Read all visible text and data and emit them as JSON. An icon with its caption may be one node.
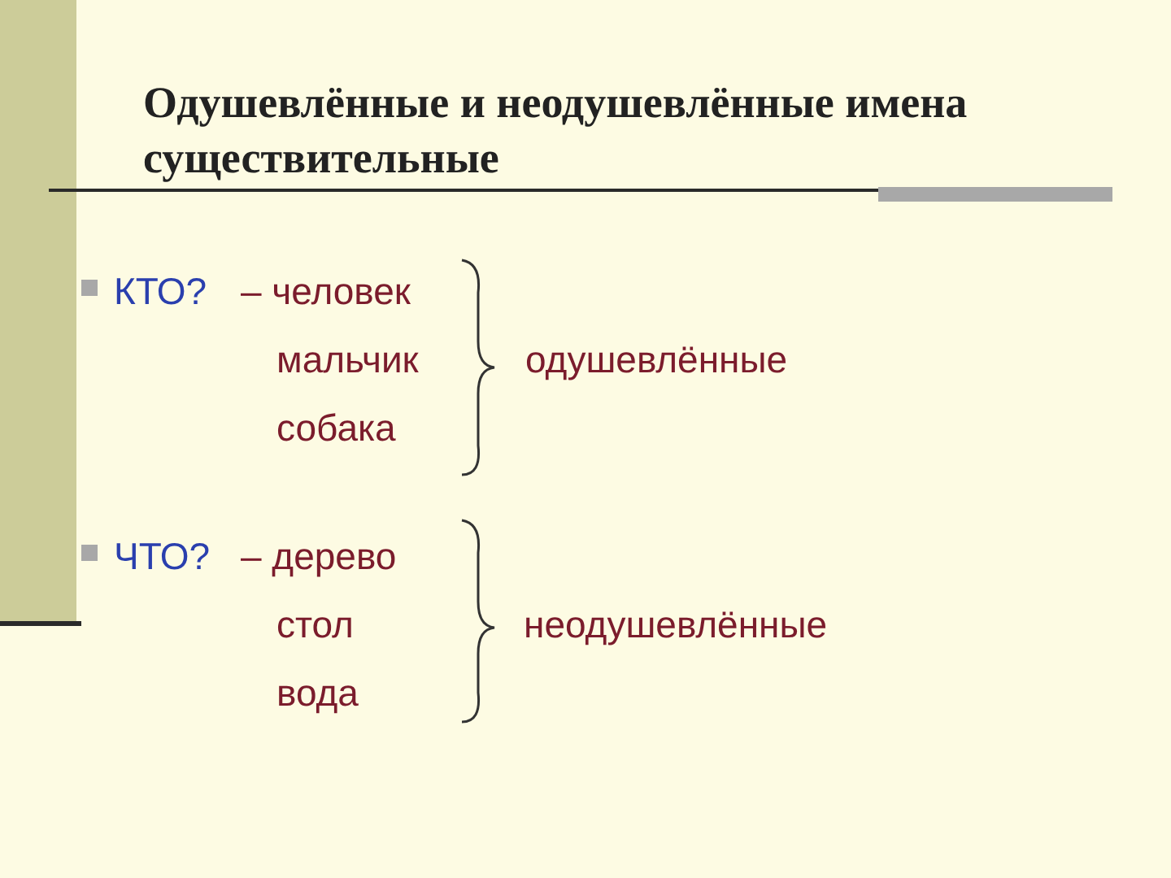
{
  "diagram": {
    "title": "Одушевлённые и неодушевлённые имена существительные",
    "labels": [
      "КТО?",
      "– человек",
      "мальчик",
      "собака",
      "одушевлённые",
      "ЧТО?",
      "– дерево",
      "стол",
      "вода",
      "неодушевлённые"
    ]
  }
}
